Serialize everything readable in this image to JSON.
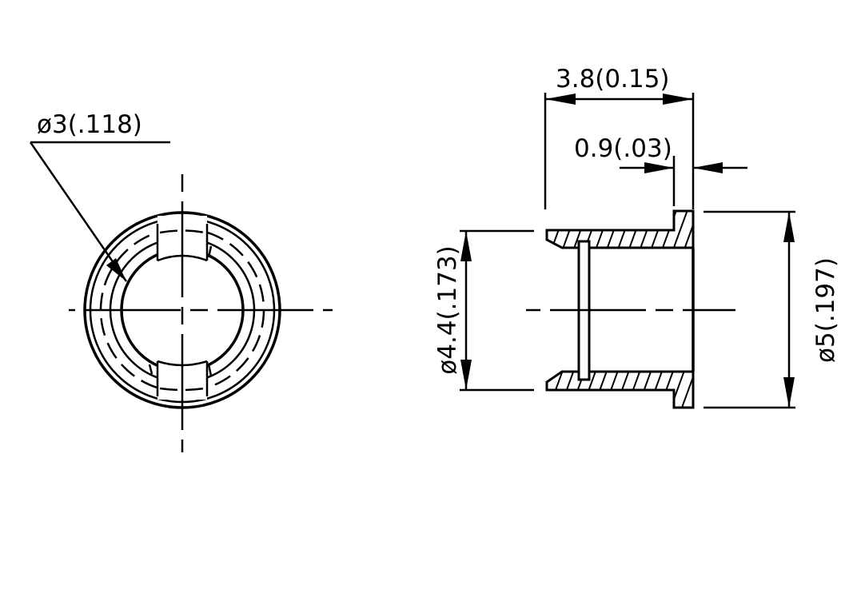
{
  "drawing": {
    "front_view": {
      "diameter_label": "ø3(.118)"
    },
    "side_view": {
      "length_label": "3.8(0.15)",
      "flange_label": "0.9(.03)",
      "inner_diameter_label": "ø4.4(.173)",
      "outer_diameter_label": "ø5(.197)"
    },
    "colors": {
      "ink": "#000000",
      "background": "#ffffff"
    }
  }
}
